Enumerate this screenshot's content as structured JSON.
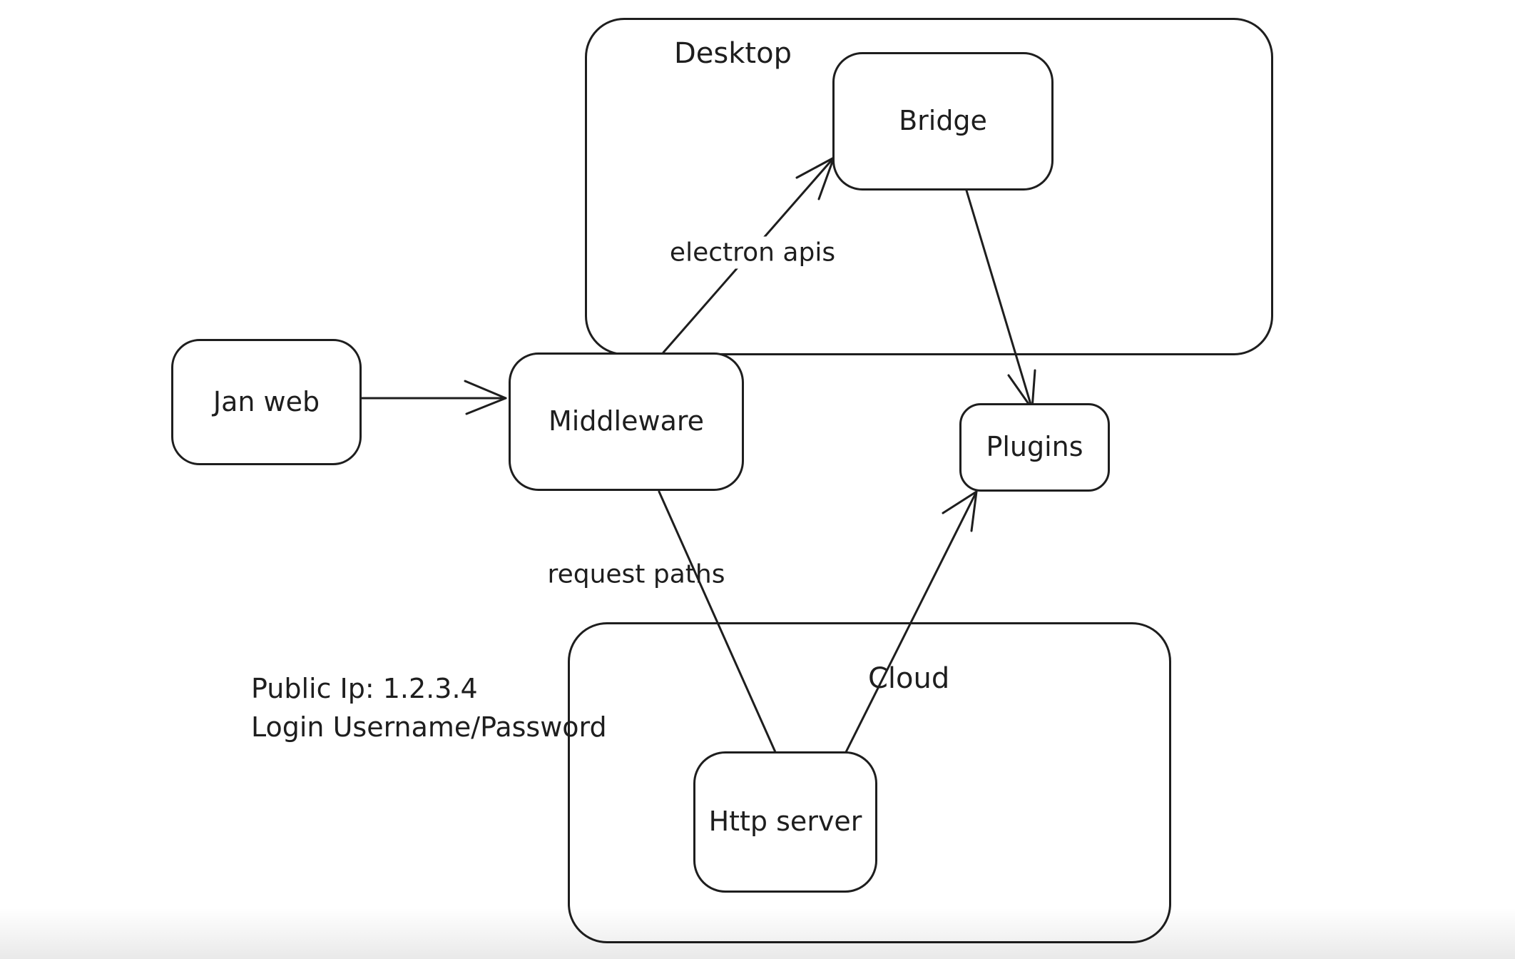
{
  "diagram": {
    "type": "hand-drawn architecture flow diagram",
    "colors": {
      "background": "#ffffff",
      "stroke": "#1e1e1e"
    },
    "containers": [
      {
        "id": "desktop",
        "label": "Desktop"
      },
      {
        "id": "cloud",
        "label": "Cloud"
      }
    ],
    "nodes": [
      {
        "id": "jan-web",
        "label": "Jan web",
        "container": null
      },
      {
        "id": "middleware",
        "label": "Middleware",
        "container": null
      },
      {
        "id": "bridge",
        "label": "Bridge",
        "container": "desktop"
      },
      {
        "id": "plugins",
        "label": "Plugins",
        "container": null
      },
      {
        "id": "http-server",
        "label": "Http server",
        "container": "cloud"
      }
    ],
    "edges": [
      {
        "from": "Jan web",
        "to": "Middleware",
        "label": "",
        "arrowhead": "end"
      },
      {
        "from": "Middleware",
        "to": "Bridge",
        "label": "electron apis",
        "arrowhead": "end"
      },
      {
        "from": "Bridge",
        "to": "Plugins",
        "label": "",
        "arrowhead": "end"
      },
      {
        "from": "Middleware",
        "to": "Http server",
        "label": "request paths",
        "arrowhead": "none"
      },
      {
        "from": "Http server",
        "to": "Plugins",
        "label": "",
        "arrowhead": "end"
      }
    ],
    "annotation": {
      "line1": "Public Ip: 1.2.3.4",
      "line2": "Login Username/Password"
    }
  }
}
